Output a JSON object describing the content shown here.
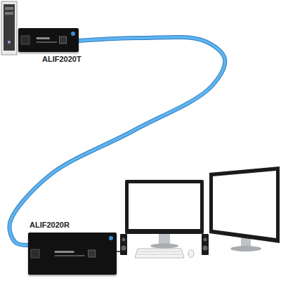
{
  "diagram": {
    "nodes": [
      {
        "text": [
          "ALIF2020T"
        ]
      },
      {
        "text": [
          "ALIF2020R"
        ]
      }
    ],
    "edges": [
      {
        "from": 0,
        "to": 1,
        "arrow": "none"
      }
    ]
  }
}
